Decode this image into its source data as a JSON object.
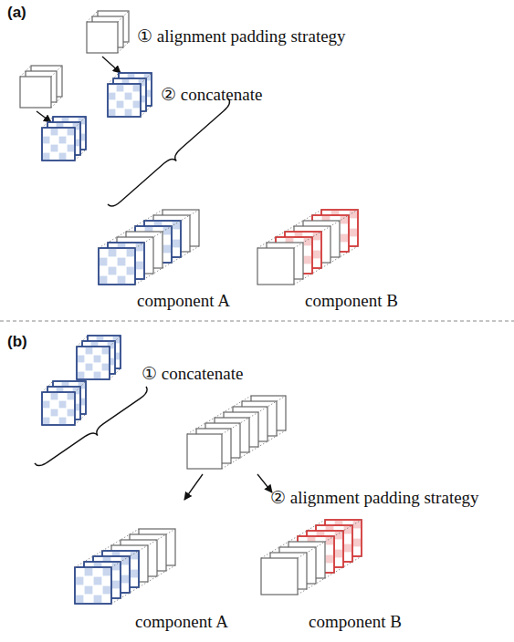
{
  "diagram": {
    "labels": [
      "(a)",
      "① alignment padding strategy",
      "② concatenate",
      "component A",
      "component B",
      "(b)",
      "① concatenate",
      "② alignment padding strategy",
      "component A",
      "component B"
    ]
  }
}
